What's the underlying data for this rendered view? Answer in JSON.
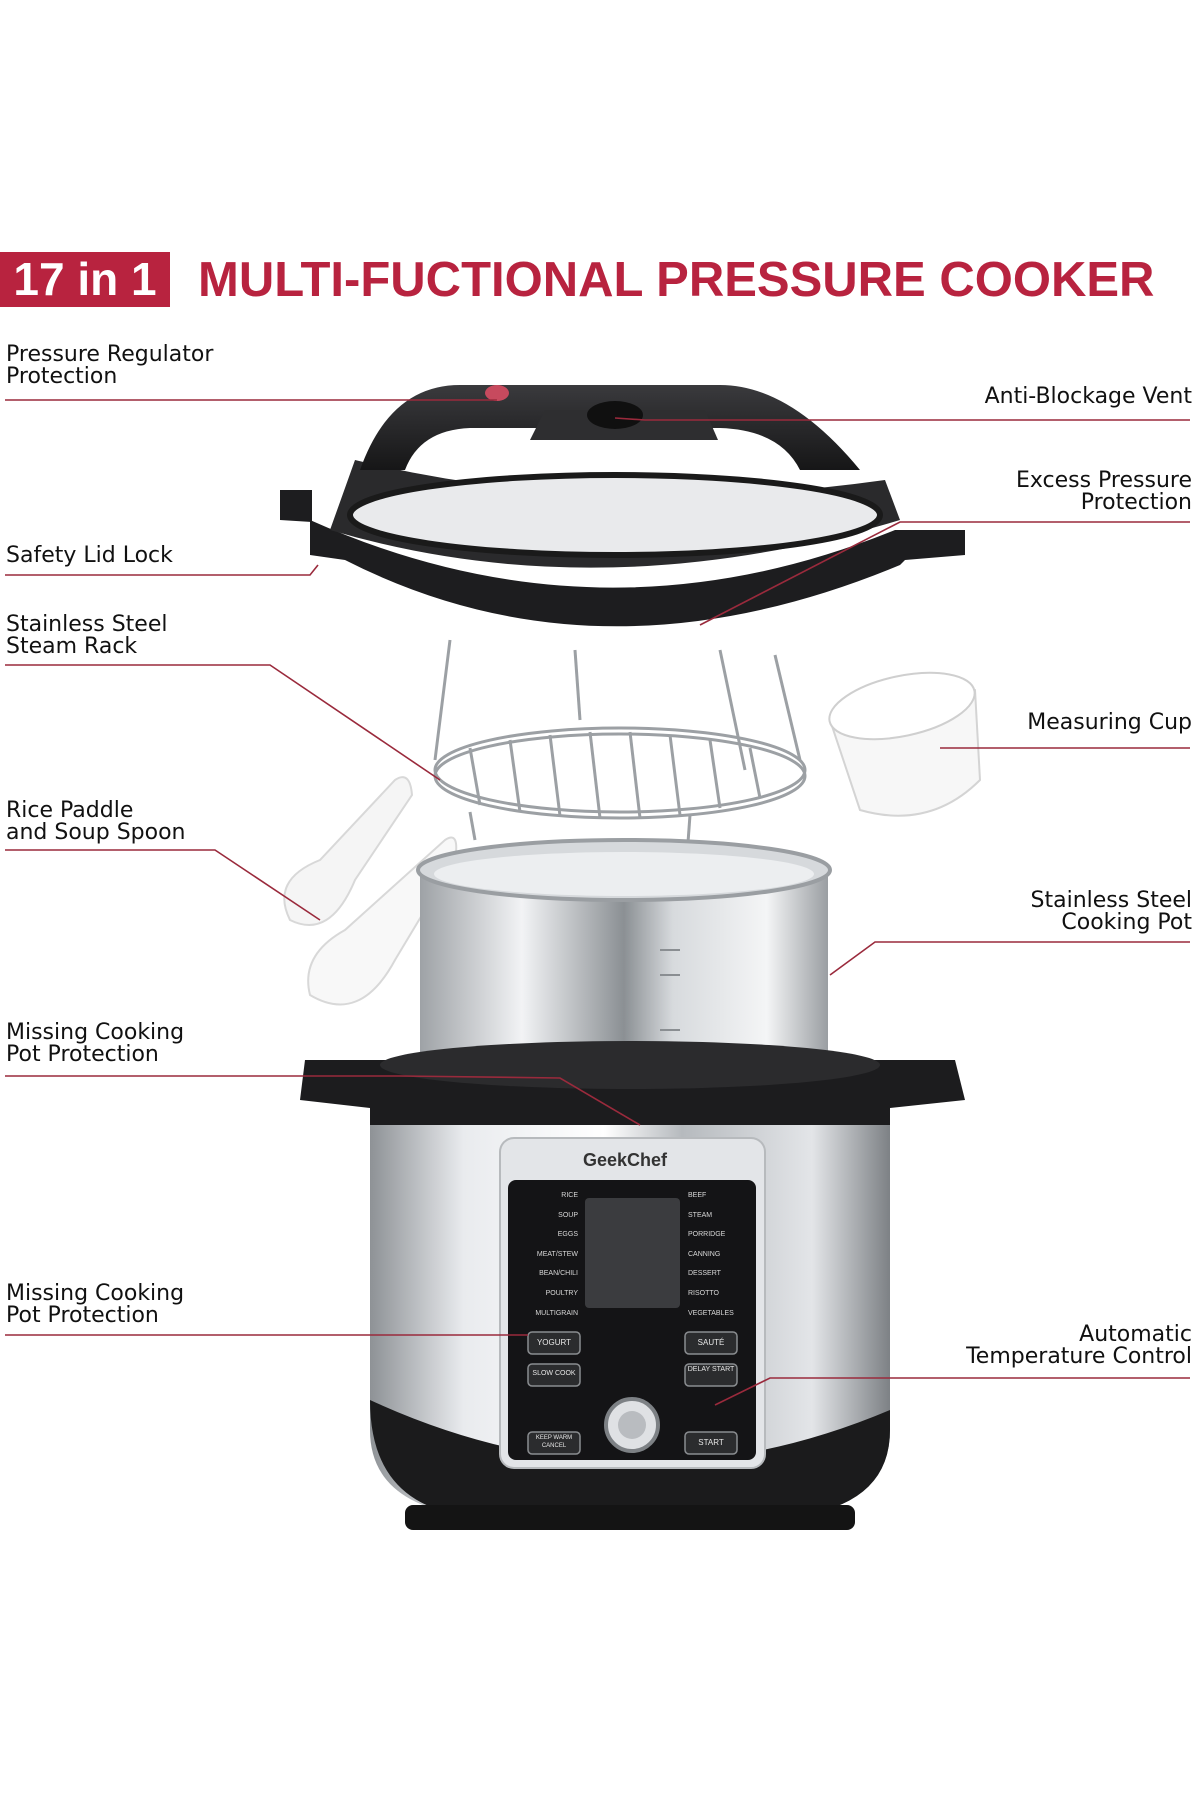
{
  "header": {
    "badge": "17 in 1",
    "title": "MULTI-FUCTIONAL PRESSURE COOKER"
  },
  "labels": {
    "pressure_regulator": "Pressure Regulator\nProtection",
    "anti_blockage_vent": "Anti-Blockage Vent",
    "excess_pressure": "Excess Pressure\nProtection",
    "safety_lid_lock": "Safety Lid Lock",
    "steam_rack": "Stainless Steel\nSteam Rack",
    "measuring_cup": "Measuring Cup",
    "rice_paddle": "Rice Paddle\nand Soup Spoon",
    "cooking_pot": "Stainless Steel\nCooking Pot",
    "missing_pot_1": "Missing Cooking\nPot Protection",
    "missing_pot_2": "Missing Cooking\nPot Protection",
    "auto_temp": "Automatic\nTemperature Control"
  },
  "panel": {
    "brand": "GeekChef",
    "left_programs": [
      "RICE",
      "SOUP",
      "EGGS",
      "MEAT/STEW",
      "BEAN/CHILI",
      "POULTRY",
      "MULTIGRAIN"
    ],
    "right_programs": [
      "BEEF",
      "STEAM",
      "PORRIDGE",
      "CANNING",
      "DESSERT",
      "RISOTTO",
      "VEGETABLES"
    ],
    "yogurt": "YOGURT",
    "slow_cook": "SLOW COOK",
    "saute": "SAUTÉ",
    "delay_start": "DELAY START",
    "keep_warm": "KEEP WARM CANCEL",
    "start": "START"
  },
  "colors": {
    "accent": "#b8233f",
    "leader": "#9a2a3c",
    "body_dark": "#1c1c1e",
    "steel": "#c9ccd0"
  }
}
